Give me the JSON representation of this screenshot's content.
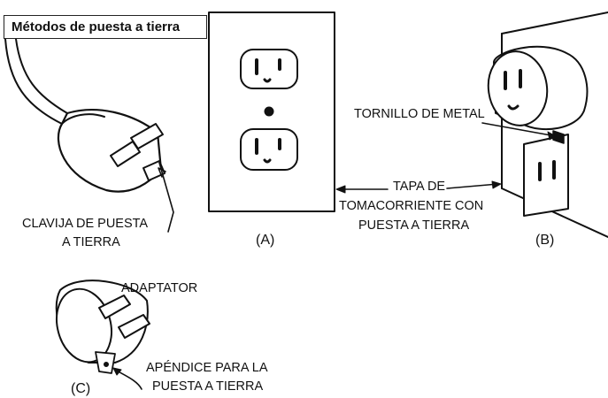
{
  "title": "Métodos de puesta a tierra",
  "labels": {
    "tornillo": "TORNILLO DE METAL",
    "tapa_1": "TAPA DE",
    "tapa_2": "TOMACORRIENTE CON",
    "tapa_3": "PUESTA A TIERRA",
    "clavija_1": "CLAVIJA DE PUESTA",
    "clavija_2": "A TIERRA",
    "adaptador": "ADAPTATOR",
    "apendice_1": "APÉNDICE PARA LA",
    "apendice_2": "PUESTA A TIERRA"
  },
  "figures": {
    "a": "(A)",
    "b": "(B)",
    "c": "(C)"
  }
}
